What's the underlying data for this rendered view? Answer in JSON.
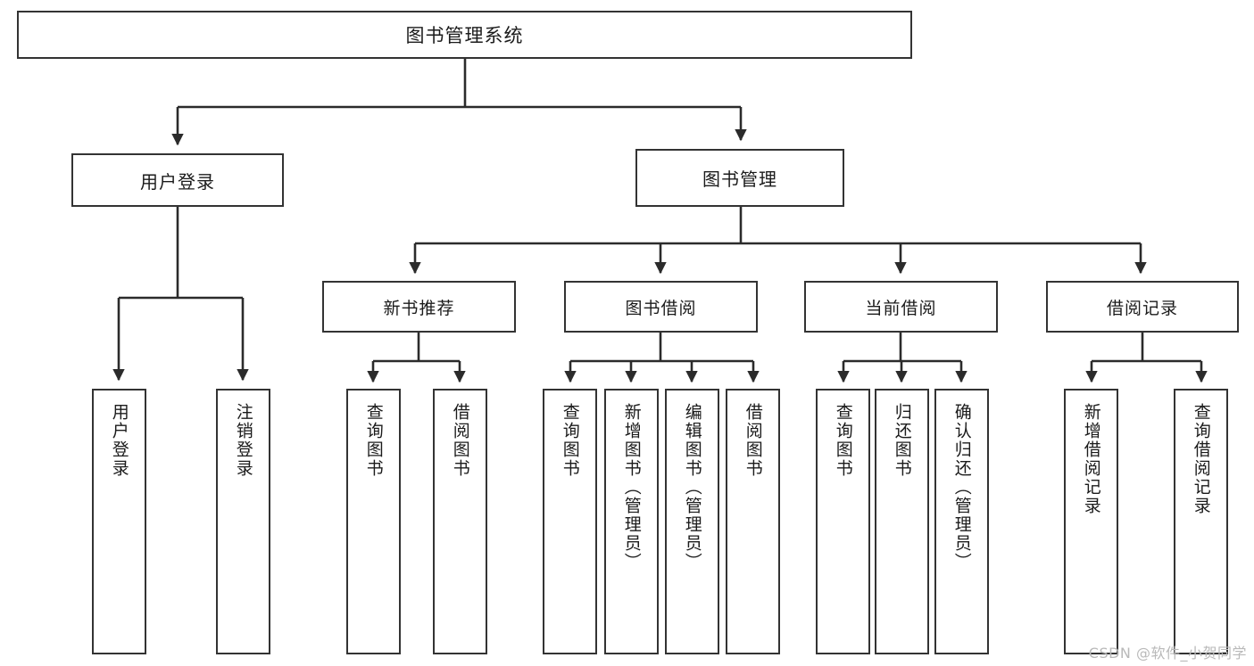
{
  "diagram": {
    "title": "图书管理系统",
    "type": "tree",
    "watermark": "CSDN @软件_小贺同学",
    "colors": {
      "box_border": "#333333",
      "box_fill": "#ffffff",
      "edge": "#2b2b2b",
      "text": "#1b1b1b",
      "watermark": "#b9b9b9"
    },
    "nodes": {
      "root": {
        "label": "图书管理系统"
      },
      "level1": [
        {
          "id": "user-login",
          "label": "用户登录"
        },
        {
          "id": "book-manage",
          "label": "图书管理"
        }
      ],
      "level2": [
        {
          "id": "new-book-recommend",
          "label": "新书推荐"
        },
        {
          "id": "book-borrow",
          "label": "图书借阅"
        },
        {
          "id": "current-borrow",
          "label": "当前借阅"
        },
        {
          "id": "borrow-record",
          "label": "借阅记录"
        }
      ],
      "leaves": {
        "user-login": [
          {
            "id": "leaf-user-login",
            "label": "用户登录"
          },
          {
            "id": "leaf-user-logout",
            "label": "注销登录"
          }
        ],
        "new-book-recommend": [
          {
            "id": "leaf-query-book-1",
            "label": "查询图书"
          },
          {
            "id": "leaf-borrow-book-1",
            "label": "借阅图书"
          }
        ],
        "book-borrow": [
          {
            "id": "leaf-query-book-2",
            "label": "查询图书"
          },
          {
            "id": "leaf-add-book",
            "label": "新增图书（管理员）"
          },
          {
            "id": "leaf-edit-book",
            "label": "编辑图书（管理员）"
          },
          {
            "id": "leaf-borrow-book-2",
            "label": "借阅图书"
          }
        ],
        "current-borrow": [
          {
            "id": "leaf-query-book-3",
            "label": "查询图书"
          },
          {
            "id": "leaf-return-book",
            "label": "归还图书"
          },
          {
            "id": "leaf-confirm-return",
            "label": "确认归还（管理员）"
          }
        ],
        "borrow-record": [
          {
            "id": "leaf-add-record",
            "label": "新增借阅记录"
          },
          {
            "id": "leaf-query-record",
            "label": "查询借阅记录"
          }
        ]
      }
    }
  }
}
